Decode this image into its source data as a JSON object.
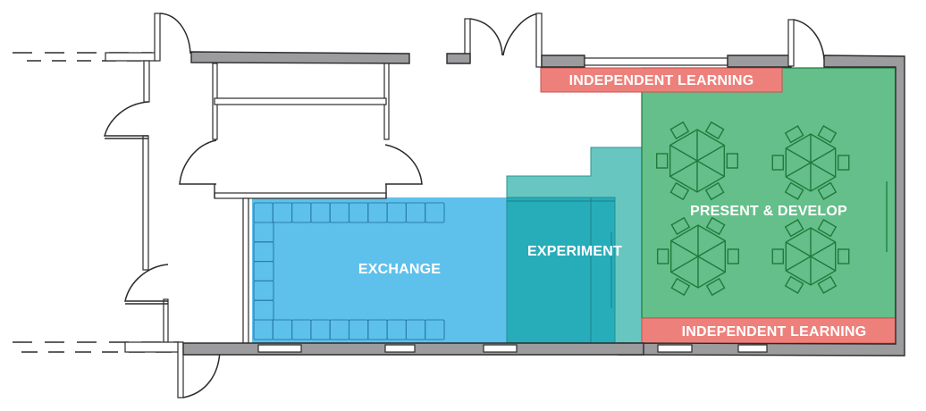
{
  "diagram": {
    "type": "floor-plan",
    "zones": [
      {
        "id": "exchange",
        "label": "EXCHANGE",
        "color": "#5ec1ec"
      },
      {
        "id": "experiment",
        "label": "EXPERIMENT",
        "color": "#27adb9"
      },
      {
        "id": "experiment-extension",
        "label": "",
        "color": "#5fc5bd"
      },
      {
        "id": "present-develop",
        "label": "PRESENT & DEVELOP",
        "color": "#64bf8a"
      },
      {
        "id": "independent-learning-top",
        "label": "INDEPENDENT LEARNING",
        "color": "#ee807b"
      },
      {
        "id": "independent-learning-bottom",
        "label": "INDEPENDENT LEARNING",
        "color": "#ee807b"
      }
    ],
    "furniture": {
      "hexagonal_tables": 4,
      "chairs_per_table": 6,
      "bench_seating": "U-shaped modular seating"
    },
    "colors": {
      "wall": "#9c9c9e",
      "line": "#2b2b2b",
      "table_line": "#1f7a3c"
    }
  }
}
